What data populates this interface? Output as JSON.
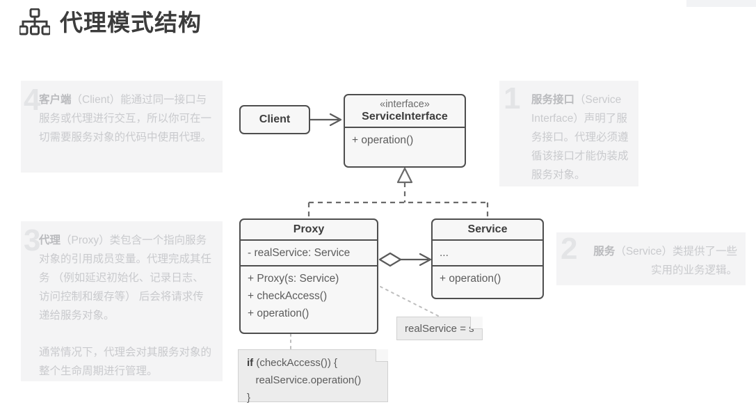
{
  "header": {
    "title": "代理模式结构",
    "icon": "sitemap-icon"
  },
  "annotations": [
    {
      "number": "1",
      "name": "service-interface",
      "lead": "服务接口",
      "rest": "（Service Interface）声明了服务接口。代理必须遵循该接口才能伪装成服务对象。"
    },
    {
      "number": "2",
      "name": "service",
      "lead": "服务",
      "rest": "（Service）类提供了一些实用的业务逻辑。"
    },
    {
      "number": "3",
      "name": "proxy",
      "lead": "代理",
      "rest": "（Proxy）类包含一个指向服务对象的引用成员变量。代理完成其任务 （例如延迟初始化、记录日志、访问控制和缓存等） 后会将请求传递给服务对象。",
      "rest2": "通常情况下，代理会对其服务对象的整个生命周期进行管理。"
    },
    {
      "number": "4",
      "name": "client",
      "lead": "客户端",
      "rest": "（Client）能通过同一接口与服务或代理进行交互，所以你可在一切需要服务对象的代码中使用代理。"
    }
  ],
  "classes": {
    "client": {
      "title": "Client"
    },
    "service_interface": {
      "stereotype": "«interface»",
      "title": "ServiceInterface",
      "operations": [
        "+ operation()"
      ]
    },
    "proxy": {
      "title": "Proxy",
      "attributes": [
        "- realService: Service"
      ],
      "operations": [
        "+ Proxy(s: Service)",
        "+ checkAccess()",
        "+ operation()"
      ]
    },
    "service": {
      "title": "Service",
      "attributes": [
        "..."
      ],
      "operations": [
        "+ operation()"
      ]
    }
  },
  "notes": {
    "assignment": {
      "text": "realService = s"
    },
    "code": {
      "line1_kw": "if",
      "line1_rest": " (checkAccess()) {",
      "line2": "   realService.operation()",
      "line3": "}"
    }
  },
  "colors": {
    "box_border": "#4e4e4e",
    "box_fill": "#f7f7f7",
    "panel_bg": "#f4f4f5",
    "panel_text": "#c9cacd",
    "panel_number": "#e3e4e6",
    "title_text": "#3c3c3c",
    "note_fill": "#ececec",
    "note_border": "#d0d0d0"
  }
}
